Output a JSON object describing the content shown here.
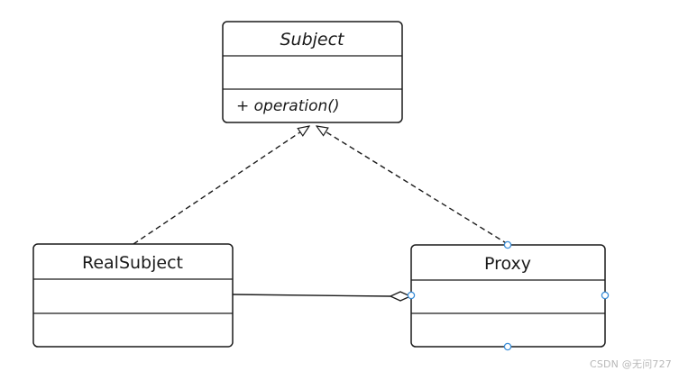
{
  "diagram": {
    "classes": {
      "subject": {
        "name": "Subject",
        "italic": true,
        "attributes": "",
        "operations": "+ operation()"
      },
      "real_subject": {
        "name": "RealSubject",
        "italic": false,
        "attributes": "",
        "operations": ""
      },
      "proxy": {
        "name": "Proxy",
        "italic": false,
        "attributes": "",
        "operations": ""
      }
    },
    "relations": [
      {
        "type": "realization",
        "from": "RealSubject",
        "to": "Subject",
        "style": "dashed",
        "arrow": "hollow-triangle"
      },
      {
        "type": "realization",
        "from": "Proxy",
        "to": "Subject",
        "style": "dashed",
        "arrow": "hollow-triangle"
      },
      {
        "type": "aggregation",
        "from": "RealSubject",
        "to": "Proxy",
        "style": "solid",
        "arrow": "hollow-diamond"
      }
    ],
    "colors": {
      "stroke": "#1a1a1a",
      "selection_handle": "#3b8ed8",
      "watermark": "#b8b8b8"
    }
  },
  "watermark": "CSDN @无问727"
}
